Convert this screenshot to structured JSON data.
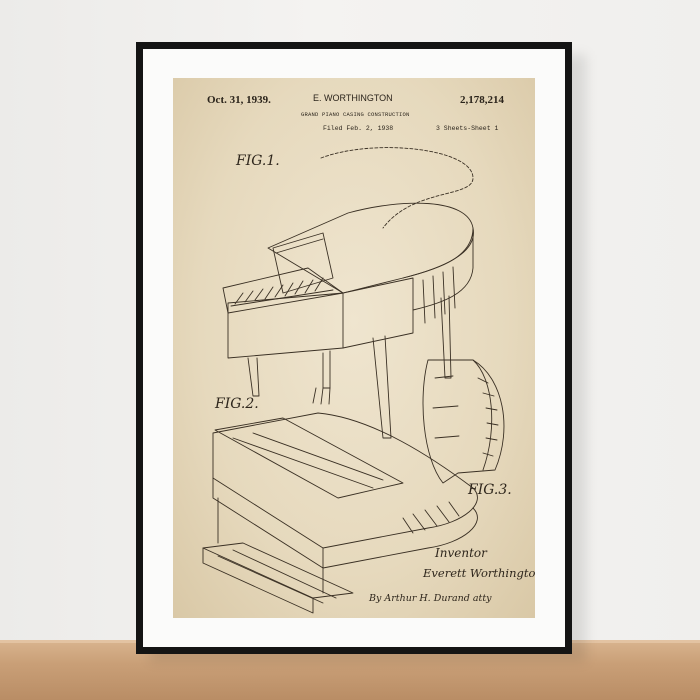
{
  "poster": {
    "date": "Oct. 31, 1939.",
    "inventor": "E. WORTHINGTON",
    "patent_number": "2,178,214",
    "title": "GRAND PIANO CASING CONSTRUCTION",
    "filed": "Filed Feb. 2, 1938",
    "sheets": "3 Sheets-Sheet 1",
    "figures": {
      "fig1": "FIG.1.",
      "fig2": "FIG.2.",
      "fig3": "FIG.3."
    },
    "signature": {
      "label": "Inventor",
      "name": "Everett Worthington",
      "attorney": "By Arthur H. Durand atty"
    }
  },
  "colors": {
    "paper": "#e6d9bd",
    "ink": "#2b241b",
    "frame": "#141414",
    "mat": "#fbfbfa",
    "shelf": "#c99f77"
  }
}
